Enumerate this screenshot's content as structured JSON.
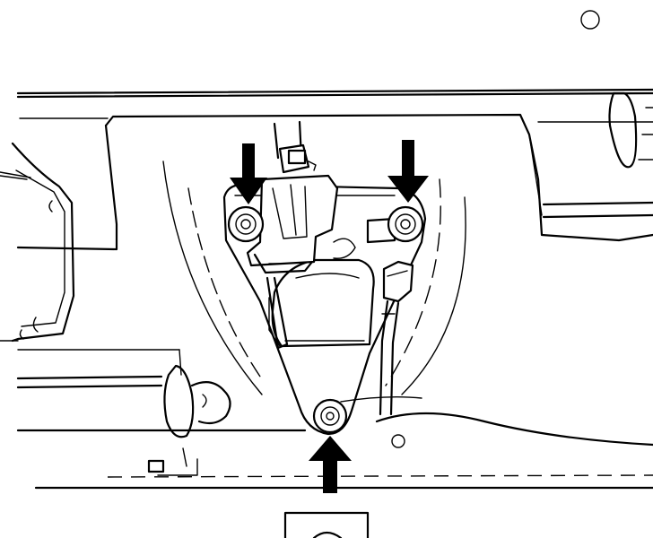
{
  "figure": {
    "callout_arrows": [
      {
        "points_to": "upper-left-mounting-nut",
        "direction": "down"
      },
      {
        "points_to": "upper-right-mounting-nut",
        "direction": "down"
      },
      {
        "points_to": "lower-mounting-nut",
        "direction": "up"
      }
    ],
    "icons": [
      "corner-circle-icon",
      "arrow-down-icon",
      "arrow-up-icon",
      "nut-icon",
      "connector-icon",
      "cable-icon"
    ],
    "colors": {
      "ink": "#000000",
      "paper": "#ffffff"
    }
  }
}
